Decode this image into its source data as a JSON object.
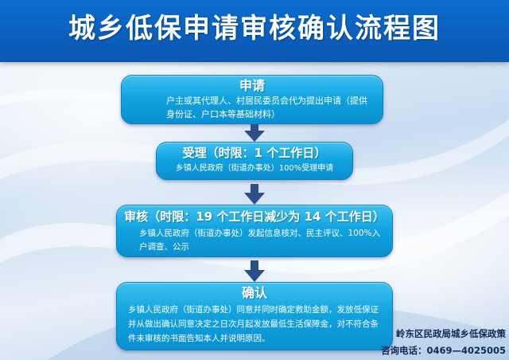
{
  "header": {
    "title": "城乡低保申请审核确认流程图"
  },
  "steps": [
    {
      "title": "申请",
      "text": "户主或其代理人、村居民委员会代为提出申请（提供身份证、户口本等基础材料）"
    },
    {
      "title": "受理（时限：1 个工作日）",
      "text": "乡镇人民政府（街道办事处）100%受理申请"
    },
    {
      "title": "审核（时限：19 个工作日减少为 14 个工作日）",
      "text": "乡镇人民政府（街道办事处）发起信息核对、民主评议、100%入户调查、公示"
    },
    {
      "title": "确认",
      "text": "乡镇人民政府（街道办事处）同意并同时确定救助金额，发放低保证并从做出确认同意决定之日次月起发放最低生活保障金，对不符合条件未审核的书面告知本人并说明原因。"
    }
  ],
  "footer": {
    "org": "岭东区民政局城乡低保政策",
    "phone": "咨询电话：0469—4025005"
  },
  "colors": {
    "header": "#0b5fbd",
    "box": "#11a3e0",
    "arrow": "#2a4f8a"
  }
}
